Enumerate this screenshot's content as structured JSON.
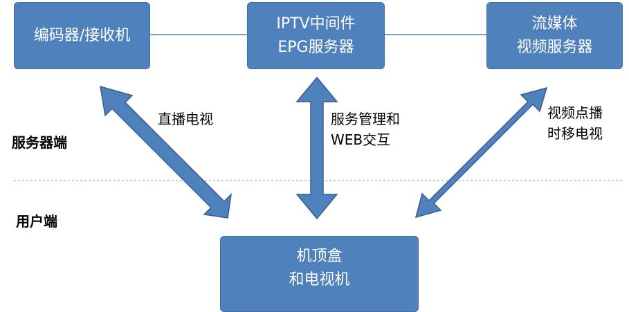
{
  "boxes": {
    "encoder": {
      "line1": "编码器/接收机"
    },
    "middleware": {
      "line1": "IPTV中间件",
      "line2": "EPG服务器"
    },
    "streaming": {
      "line1": "流媒体",
      "line2": "视频服务器"
    },
    "stb": {
      "line1": "机顶盒",
      "line2": "和电视机"
    }
  },
  "arrow_labels": {
    "live_tv": "直播电视",
    "service_mgmt_line1": "服务管理和",
    "service_mgmt_line2": "WEB交互",
    "vod_line1": "视频点播",
    "vod_line2": "时移电视"
  },
  "sides": {
    "server": "服务器端",
    "client": "用户端"
  },
  "colors": {
    "box_fill": "#4f81bd",
    "arrow_fill": "#4f81bd",
    "arrow_stroke": "#385d8a",
    "divider": "#6f9ccc"
  }
}
